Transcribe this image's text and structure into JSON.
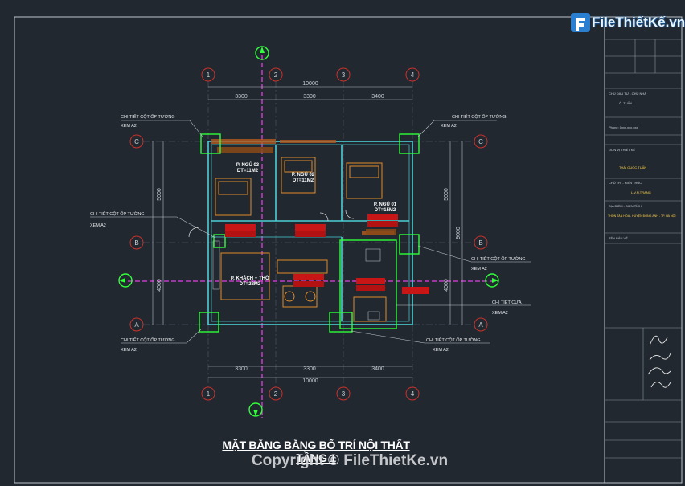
{
  "brand": {
    "name": "FileThiếtKế.vn"
  },
  "drawing": {
    "title": "MẶT BẰNG BẰNG BỐ TRÍ NỘI THẤT TẦNG 1",
    "copyright": "Copyright © FileThietKe.vn",
    "grid_columns": [
      "1",
      "2",
      "3",
      "4"
    ],
    "grid_rows": [
      "C",
      "B",
      "A"
    ],
    "dims_top_total": "10000",
    "dims_top": [
      "3300",
      "3300",
      "3400"
    ],
    "dims_bottom_total": "10000",
    "dims_bottom": [
      "3300",
      "3300",
      "3400"
    ],
    "dims_left": [
      "5000",
      "4000"
    ],
    "dims_right": [
      "9000"
    ],
    "rooms": [
      {
        "name": "P. NGỦ 03",
        "area": "DT=11M2"
      },
      {
        "name": "P. NGỦ 02",
        "area": "DT=11M2"
      },
      {
        "name": "P. NGỦ 01",
        "area": "DT=15M2"
      },
      {
        "name": "P. KHÁCH + THỜ",
        "area": "DT=28M2"
      }
    ],
    "callouts": [
      {
        "line1": "CHI TIẾT CỘT ỐP TƯỜNG",
        "line2": "XEM A2"
      },
      {
        "line1": "CHI TIẾT CỘT ỐP TƯỜNG",
        "line2": "XEM A2"
      },
      {
        "line1": "CHI TIẾT CỘT ỐP TƯỜNG",
        "line2": "XEM A2"
      },
      {
        "line1": "CHI TIẾT CỘT ỐP TƯỜNG",
        "line2": "XEM A2"
      },
      {
        "line1": "CHI TIẾT CỬA",
        "line2": "XEM A2"
      },
      {
        "line1": "CHI TIẾT CỘT ỐP TƯỜNG",
        "line2": "XEM A2"
      },
      {
        "line1": "CHI TIẾT CỘT ỐP TƯỜNG",
        "line2": "XEM A2"
      }
    ]
  },
  "title_block": {
    "rows": [
      "CHỦ ĐẦU TƯ - CHỦ NHÀ",
      "Ô. TUẤN",
      "Phone: 0xxx.xxx.xxx",
      "ĐƠN VỊ THIẾT KẾ",
      "THÁI QUỐC TUẤN",
      "CHỦ TRÌ - KIẾN TRÚC",
      "L.V.N.TRANG",
      "ĐỊA ĐIỂM - DIỆN TÍCH",
      "THÔN TÂN HÒA - HUYỆN ĐÔNG ANH - TP. HÀ NỘI",
      "TÊN BẢN VẼ"
    ]
  }
}
